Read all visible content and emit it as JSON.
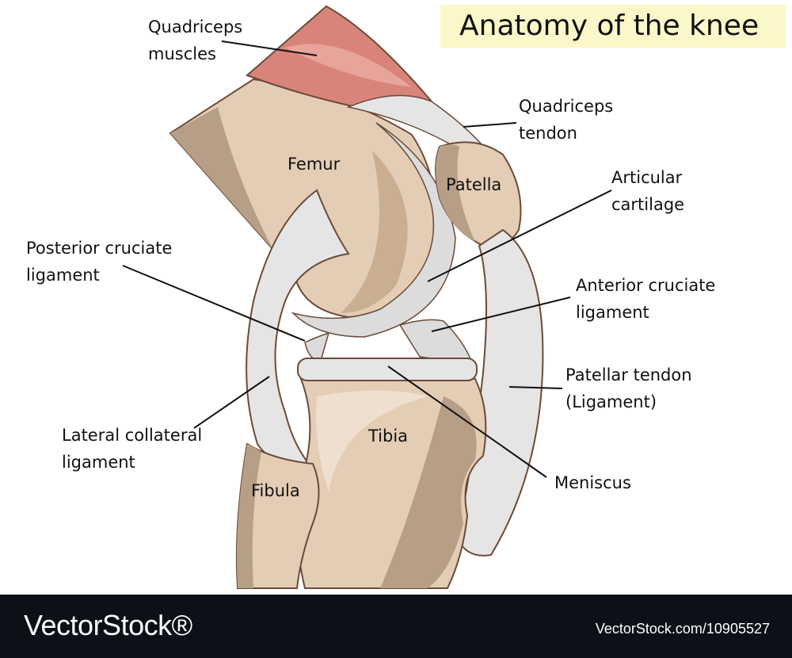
{
  "title": "Anatomy of the knee",
  "labels": {
    "quadriceps_muscles": [
      "Quadriceps",
      "muscles"
    ],
    "quadriceps_tendon": [
      "Quadriceps",
      "tendon"
    ],
    "femur": "Femur",
    "patella": "Patella",
    "articular_cartilage": [
      "Articular",
      "cartilage"
    ],
    "posterior_cruciate": [
      "Posterior cruciate",
      "ligament"
    ],
    "anterior_cruciate": [
      "Anterior cruciate",
      "ligament"
    ],
    "patellar_tendon": [
      "Patellar tendon",
      "(Ligament)"
    ],
    "lateral_collateral": [
      "Lateral collateral",
      "ligament"
    ],
    "tibia": "Tibia",
    "fibula": "Fibula",
    "meniscus": "Meniscus"
  },
  "footer": {
    "logo": "VectorStock®",
    "image_id": "VectorStock.com/10905527"
  },
  "colors": {
    "bone": "#e3cdb5",
    "bone_shadow": "#b79f87",
    "cartilage": "#dcdcdc",
    "muscle": "#d9847a",
    "title_bg": "#fbf7c8",
    "footer_bg": "#0d1117"
  }
}
